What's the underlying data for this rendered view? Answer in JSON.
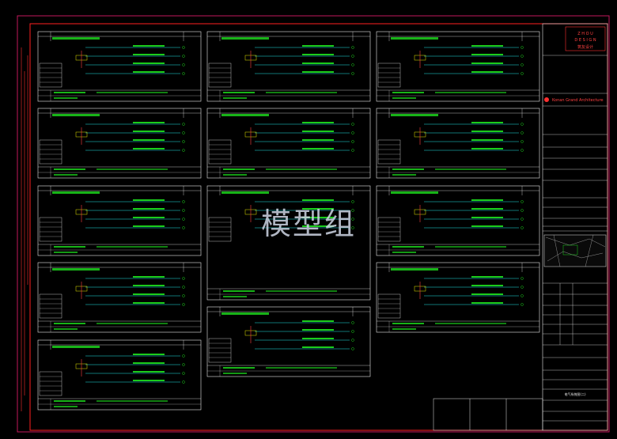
{
  "watermark": "模型组",
  "title_block": {
    "brand_line1": "Z H O U",
    "brand_line2": "D E S I G N",
    "brand_cn": "筑友设计",
    "firm_name": "Konan Grand Architecture",
    "sheet_title": "电气系统图(二)",
    "colors": {
      "frame": "#c2185b",
      "border": "#ff2020",
      "line": "#e8e8e8",
      "green": "#22ff22",
      "cyan": "#22e6e6",
      "yellow": "#e6e600"
    }
  },
  "panels": [
    {
      "id": "p1"
    },
    {
      "id": "p2"
    },
    {
      "id": "p3"
    },
    {
      "id": "p4"
    },
    {
      "id": "p5"
    },
    {
      "id": "p6"
    },
    {
      "id": "p7"
    },
    {
      "id": "p8"
    },
    {
      "id": "p9"
    },
    {
      "id": "p10"
    },
    {
      "id": "p11"
    },
    {
      "id": "p12"
    },
    {
      "id": "p13"
    }
  ]
}
